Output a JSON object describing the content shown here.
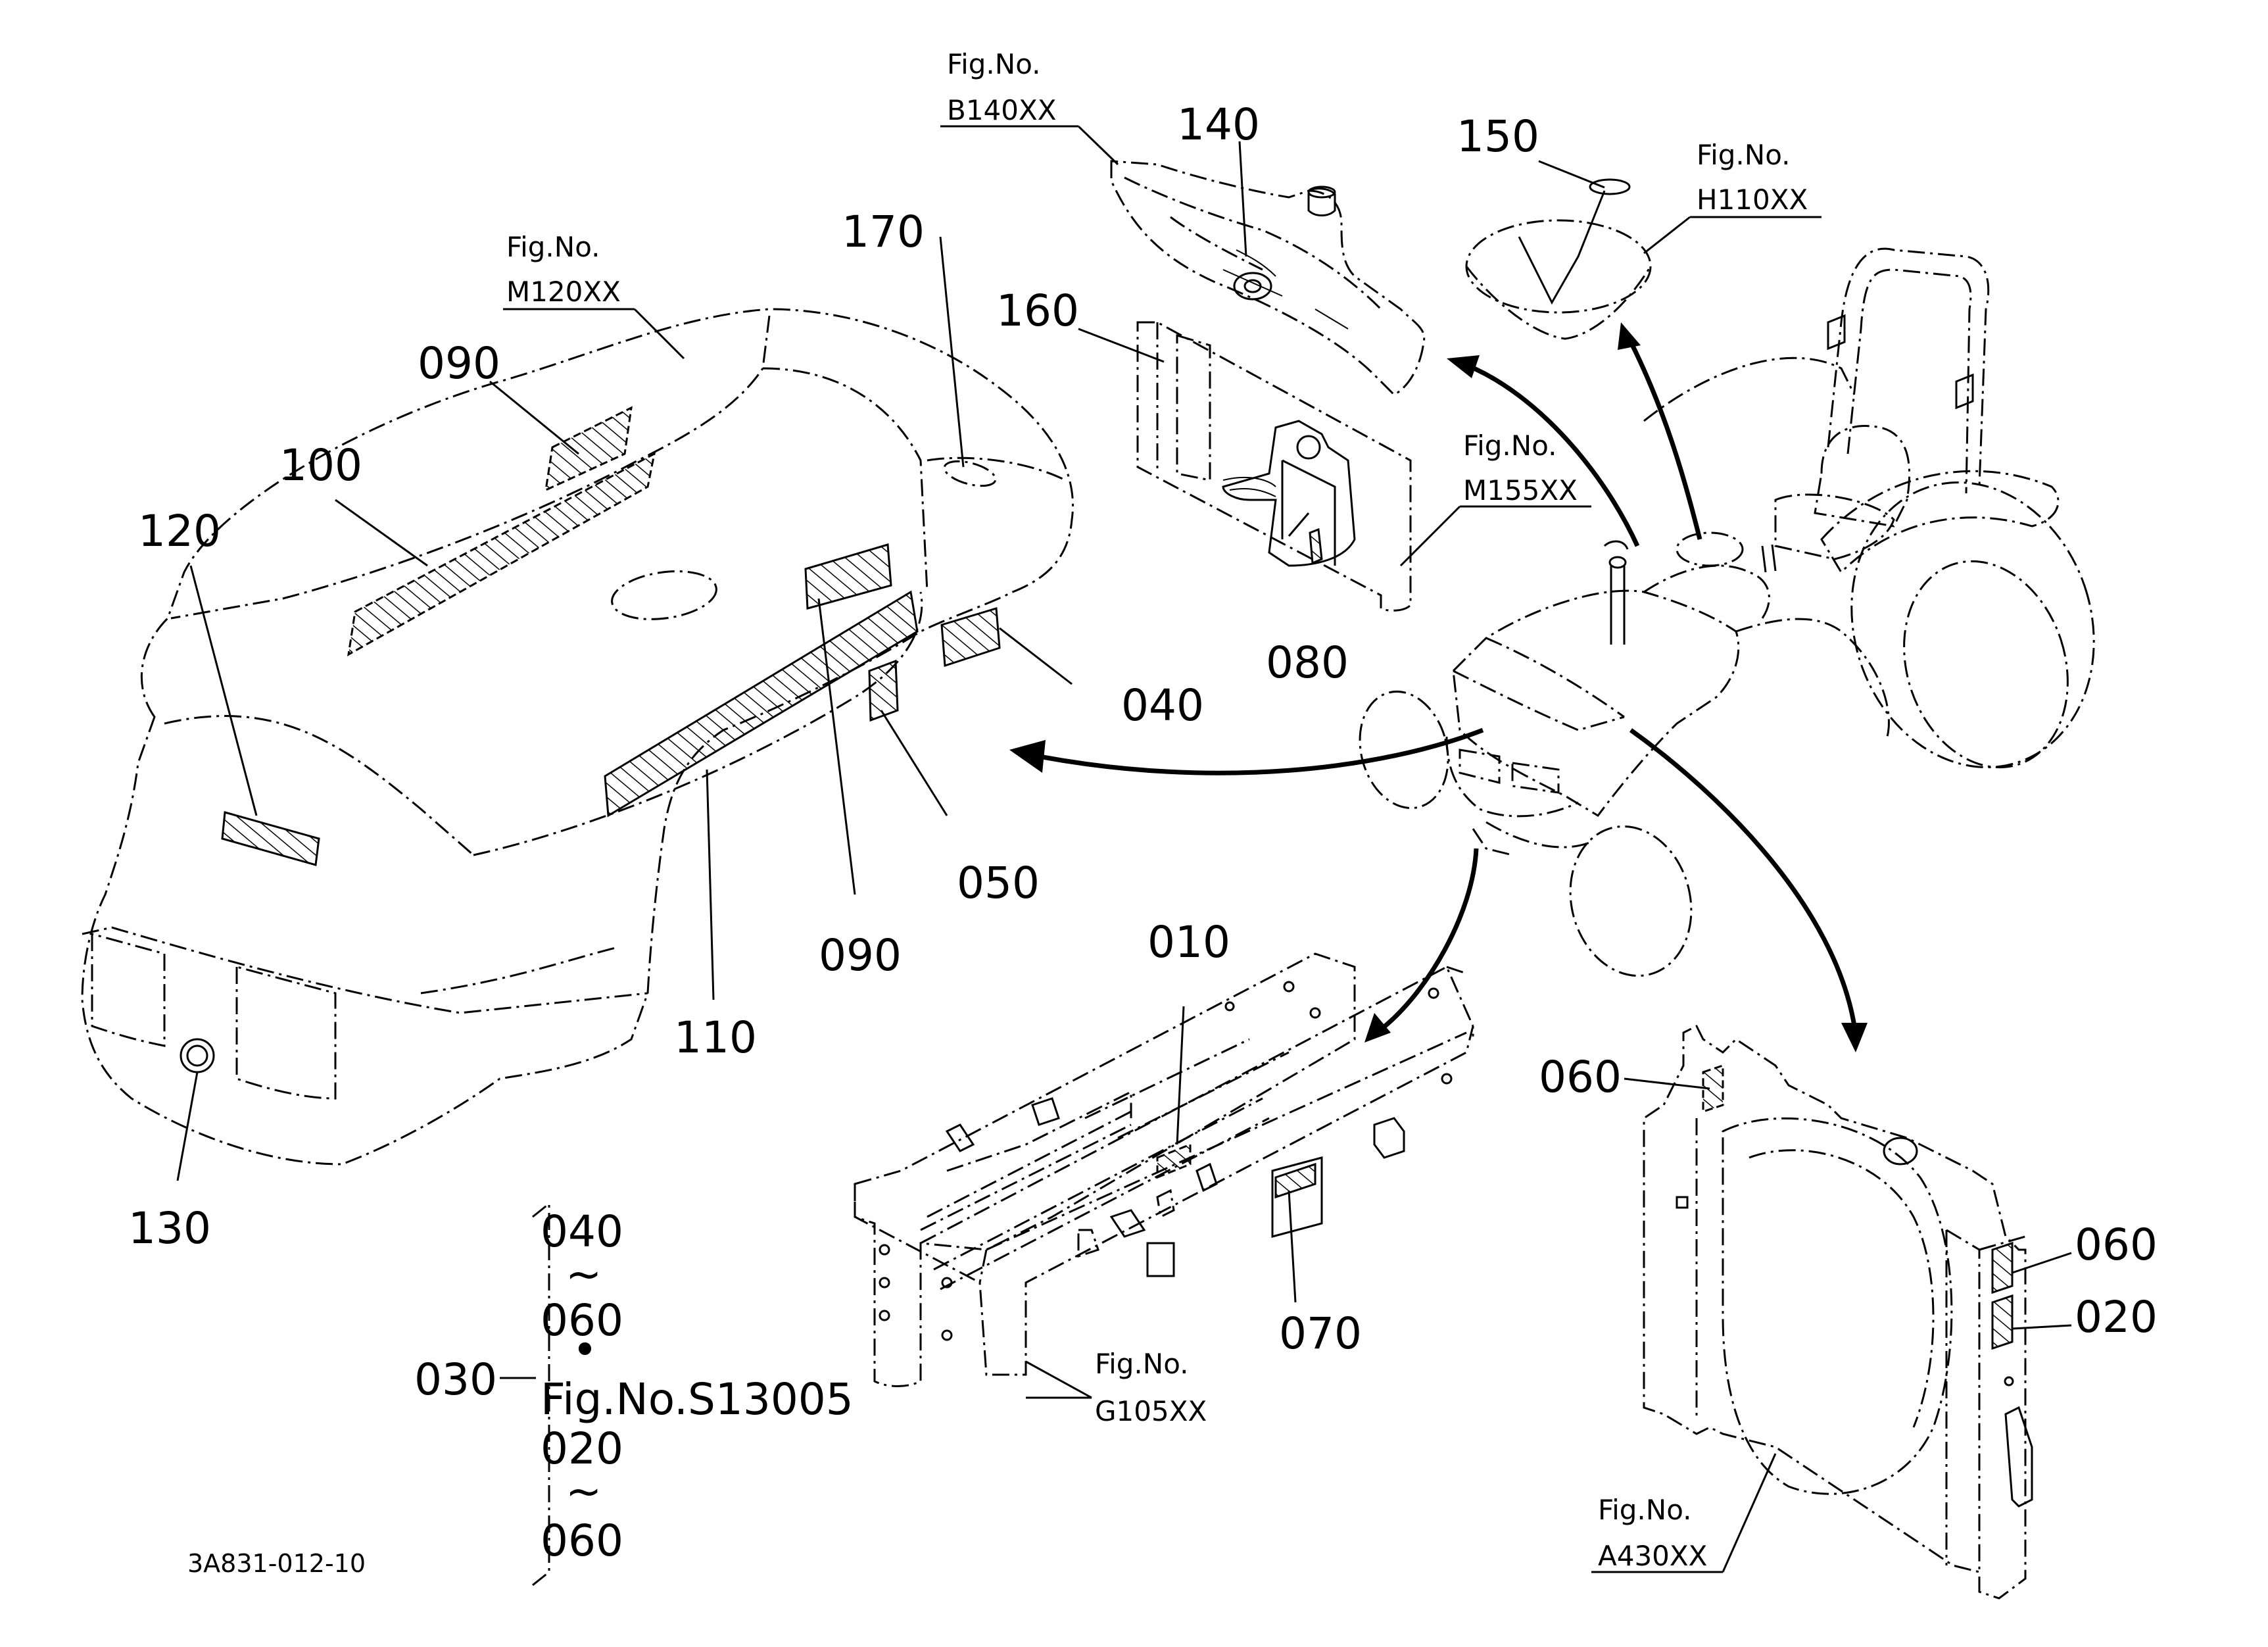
{
  "diagram": {
    "drawing_code": "3A831-012-10",
    "fig_refs": [
      {
        "line1": "Fig.No.",
        "line2": "B140XX"
      },
      {
        "line1": "Fig.No.",
        "line2": "H110XX"
      },
      {
        "line1": "Fig.No.",
        "line2": "M120XX"
      },
      {
        "line1": "Fig.No.",
        "line2": "M155XX"
      },
      {
        "line1": "Fig.No.",
        "line2": "G105XX"
      },
      {
        "line1": "Fig.No.",
        "line2": "A430XX"
      }
    ],
    "parts": [
      "140",
      "150",
      "160",
      "170",
      "090",
      "100",
      "120",
      "040",
      "080",
      "050",
      "090",
      "110",
      "130",
      "010",
      "060",
      "060",
      "020",
      "070"
    ],
    "bracket": {
      "label": "030",
      "lines": [
        "040",
        "~",
        "060",
        "•",
        "Fig.No.S13005",
        "020",
        "~",
        "060"
      ]
    }
  }
}
